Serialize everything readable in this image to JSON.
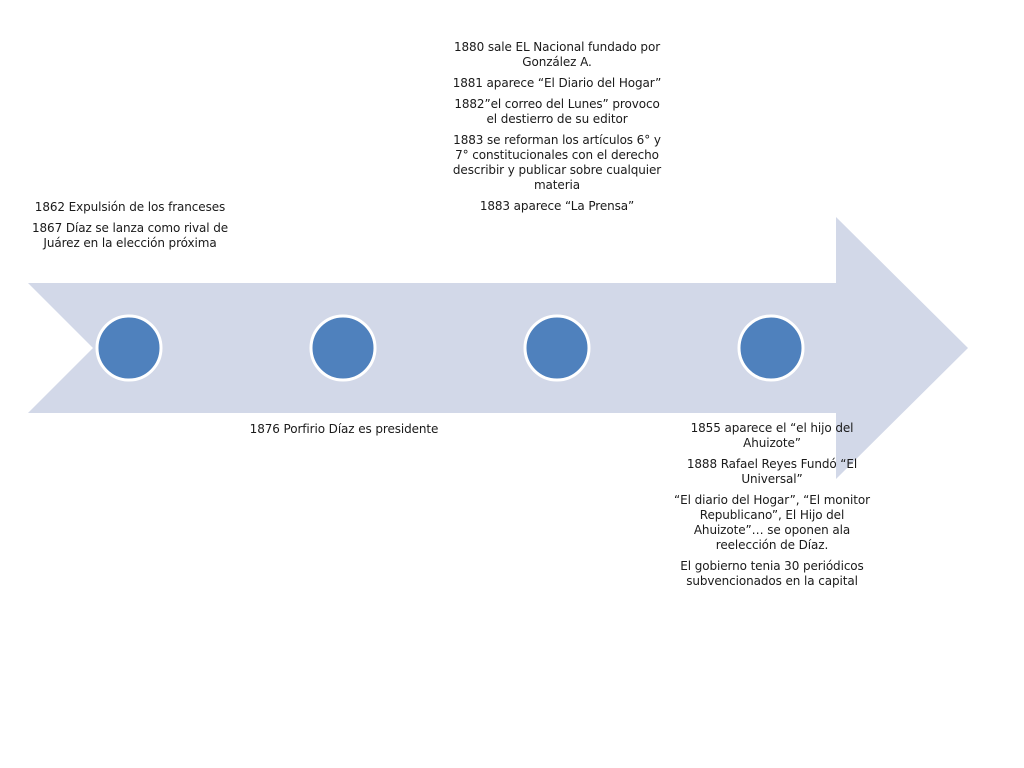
{
  "colors": {
    "arrow_fill": "#d2d8e8",
    "circle_fill": "#4f81bd",
    "circle_stroke": "#ffffff",
    "background": "#ffffff"
  },
  "timeline": {
    "points": [
      {
        "position": "above",
        "entries": [
          "1862 Expulsión de los franceses",
          "1867 Díaz se lanza como rival de Juárez en la elección próxima"
        ]
      },
      {
        "position": "below",
        "entries": [
          "1876 Porfirio Díaz es presidente"
        ]
      },
      {
        "position": "above",
        "entries": [
          "1880 sale EL Nacional fundado por González A.",
          "1881 aparece  “El Diario del Hogar”",
          "1882”el correo  del  Lunes” provoco el destierro de su editor",
          "1883 se reforman los artículos 6° y 7° constitucionales con el derecho  describir y publicar sobre cualquier materia",
          "1883 aparece “La Prensa”"
        ]
      },
      {
        "position": "below",
        "entries": [
          "1855 aparece el “el hijo del Ahuizote”",
          "1888 Rafael Reyes Fundó “El Universal”",
          "“El diario del Hogar”, “El monitor Republicano”, El Hijo del Ahuizote”… se oponen ala reelección de Díaz.",
          "El gobierno tenia 30 periódicos subvencionados en la capital"
        ]
      }
    ]
  }
}
